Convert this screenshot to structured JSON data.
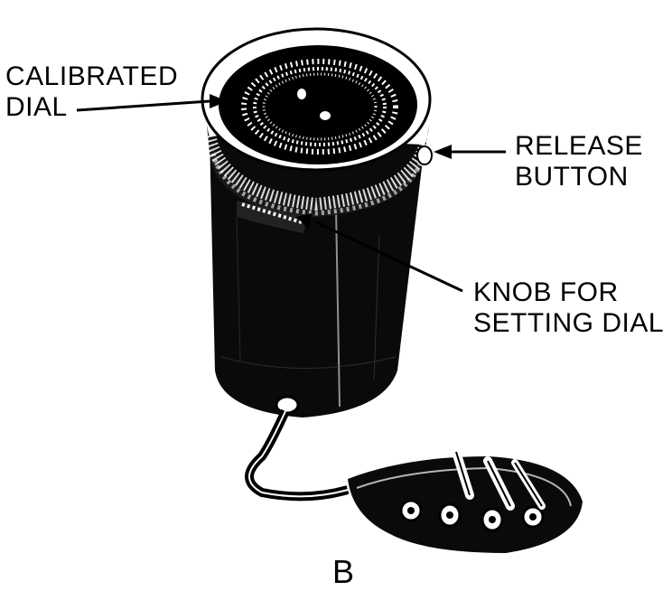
{
  "labels": {
    "calibrated_dial": [
      "CALIBRATED",
      "DIAL"
    ],
    "release_button": [
      "RELEASE",
      "BUTTON"
    ],
    "knob_for_setting_dial": [
      "KNOB FOR",
      "SETTING DIAL"
    ]
  },
  "figure_letter": "B",
  "colors": {
    "ink": "#000000",
    "paper": "#ffffff"
  }
}
